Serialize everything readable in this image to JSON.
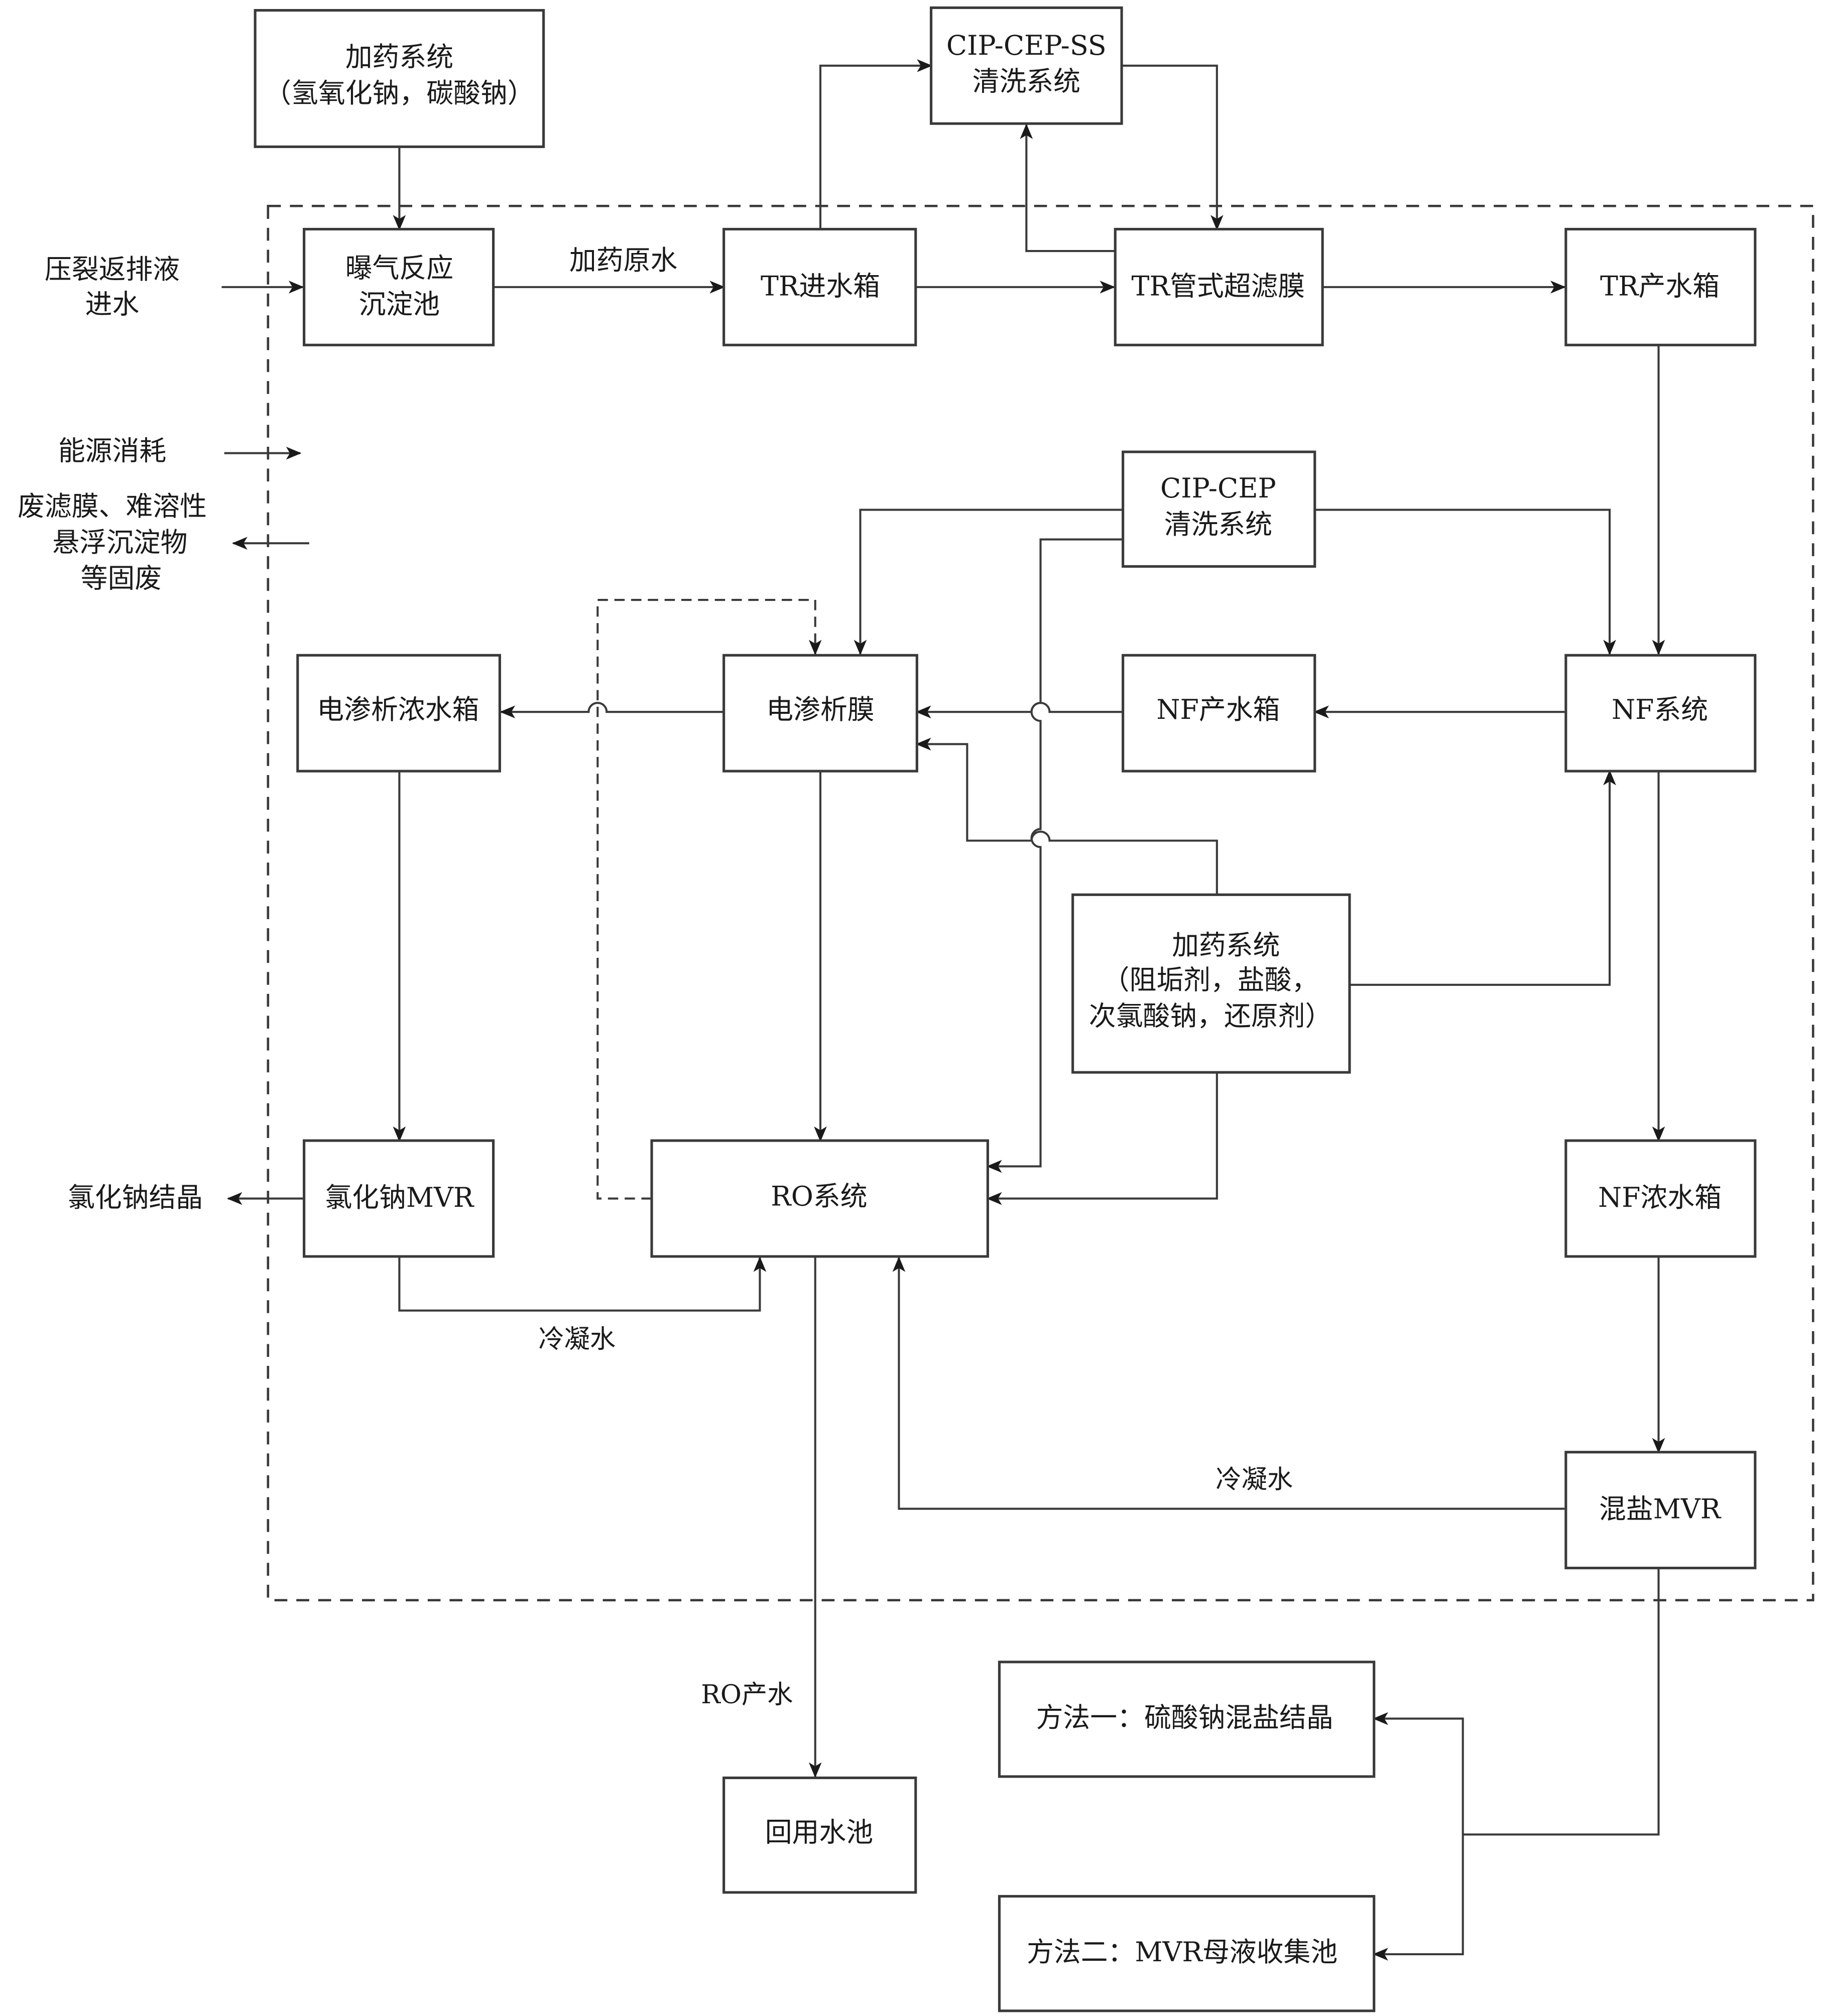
{
  "title": "压裂返排液处理工艺流程图",
  "external": {
    "inflow_line1": "压裂返排液",
    "inflow_line2": "进水",
    "energy": "能源消耗",
    "waste_line1": "废滤膜、难溶性",
    "waste_line2": "悬浮沉淀物",
    "waste_line3": "等固废",
    "nacl_crystal": "氯化钠结晶"
  },
  "nodes": {
    "dosing_top_line1": "加药系统",
    "dosing_top_line2": "（氢氧化钠，碳酸钠）",
    "aeration_line1": "曝气反应",
    "aeration_line2": "沉淀池",
    "cip_ss_line1": "CIP-CEP-SS",
    "cip_ss_line2": "清洗系统",
    "tr_inlet": "TR进水箱",
    "tr_uf": "TR管式超滤膜",
    "tr_product": "TR产水箱",
    "cip_line1": "CIP-CEP",
    "cip_line2": "清洗系统",
    "ed_conc_tank": "电渗析浓水箱",
    "ed_membrane": "电渗析膜",
    "nf_product": "NF产水箱",
    "nf_system": "NF系统",
    "dosing_mid_line1": "加药系统",
    "dosing_mid_line2": "（阻垢剂，盐酸，",
    "dosing_mid_line3": "次氯酸钠，还原剂）",
    "nacl_mvr": "氯化钠MVR",
    "ro_system": "RO系统",
    "nf_conc_tank": "NF浓水箱",
    "mixed_salt_mvr": "混盐MVR",
    "reuse_pool": "回用水池",
    "method1": "方法一：硫酸钠混盐结晶",
    "method2": "方法二：MVR母液收集池"
  },
  "edge_labels": {
    "dosed_raw_water": "加药原水",
    "condensate_left": "冷凝水",
    "condensate_right": "冷凝水",
    "ro_product": "RO产水"
  }
}
